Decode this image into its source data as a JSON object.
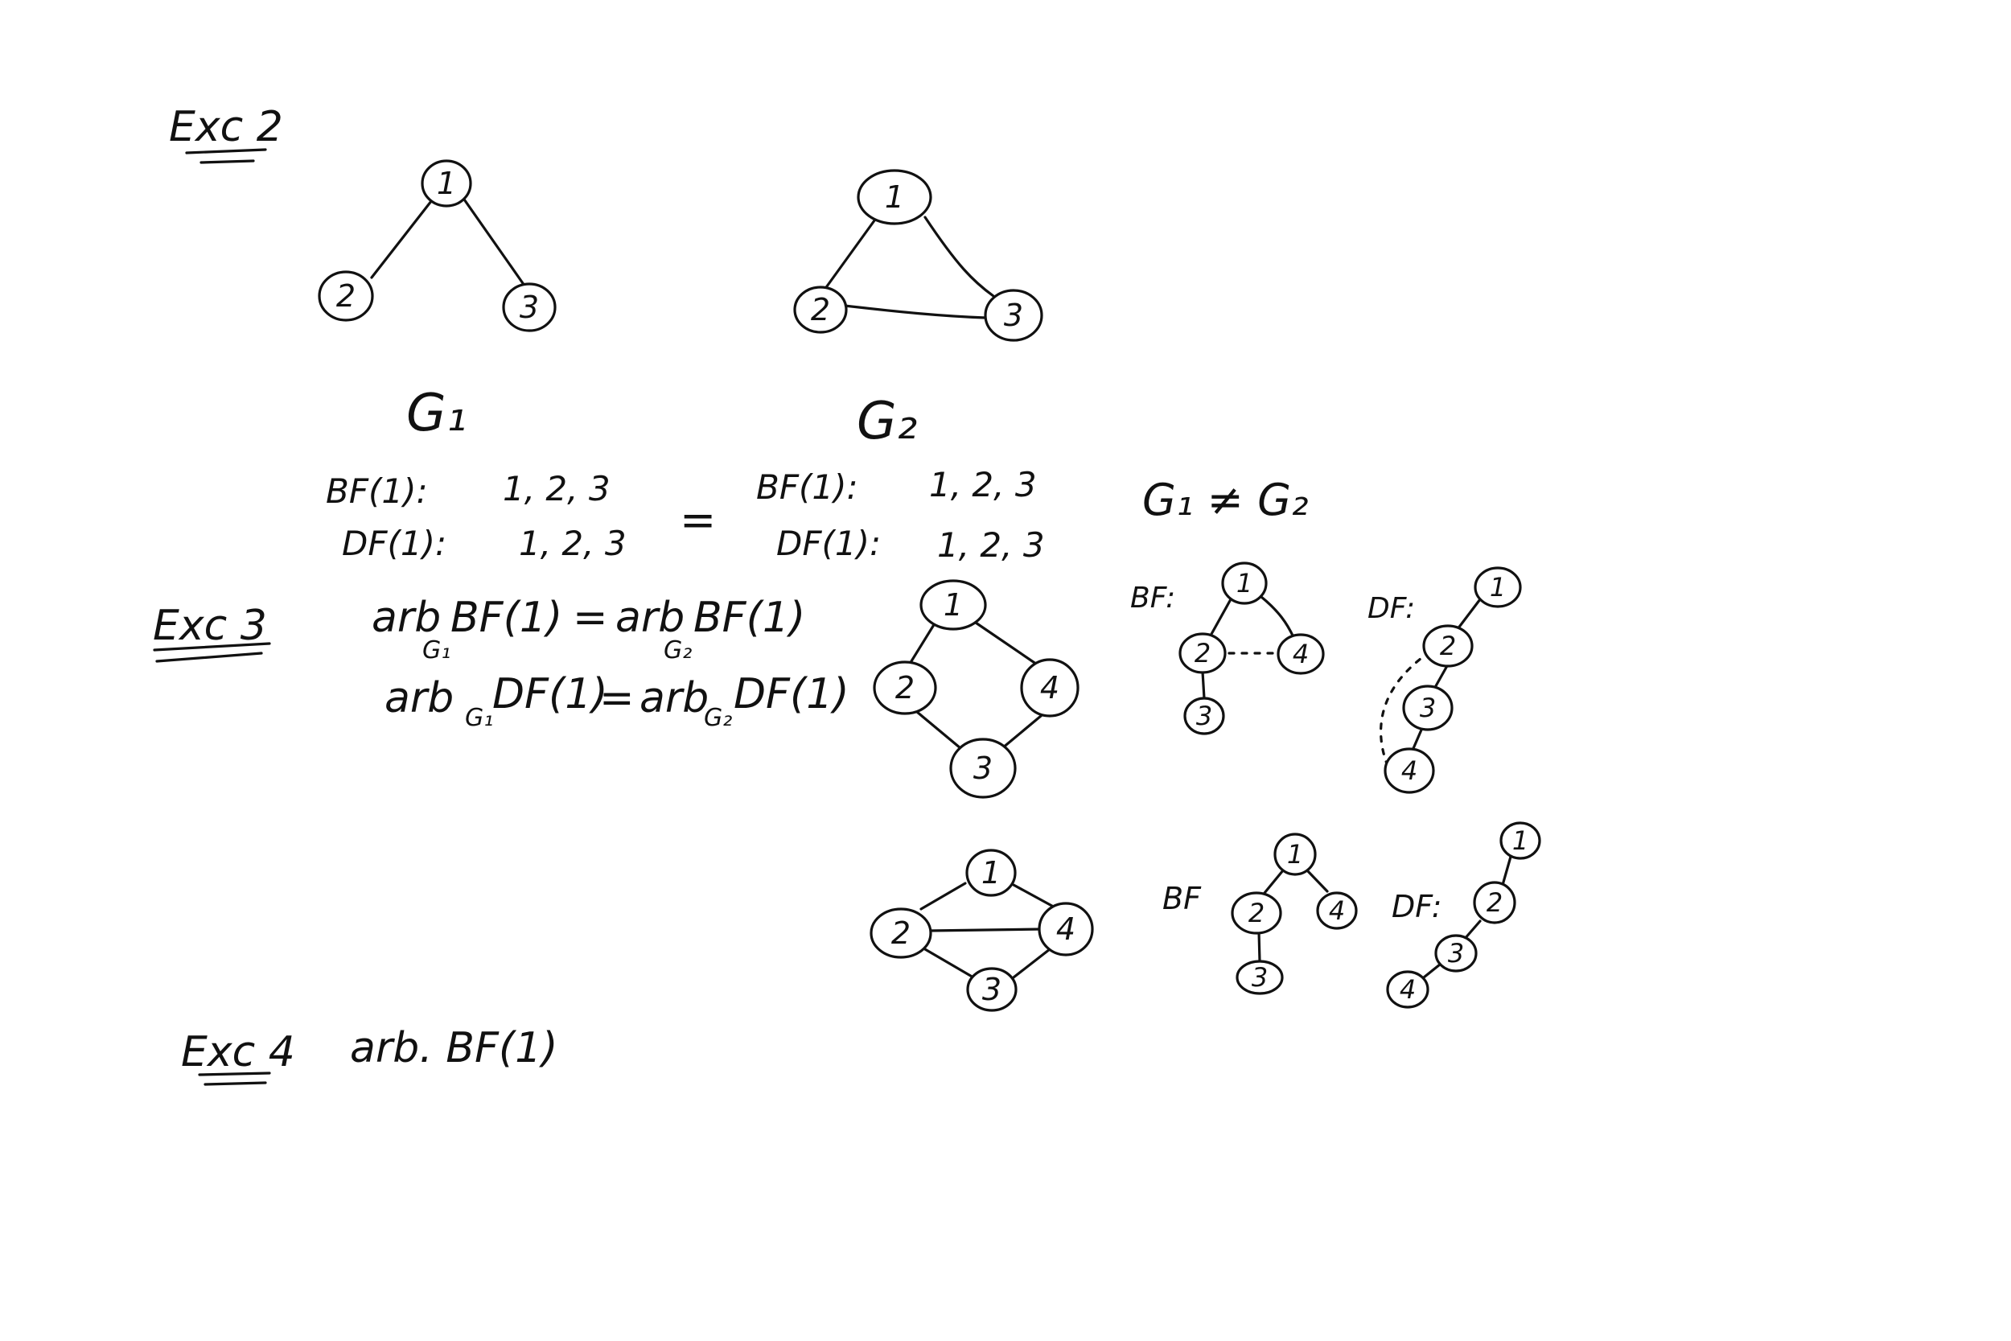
{
  "headings": {
    "exc2": "Exc 2",
    "exc3": "Exc 3",
    "exc4": "Exc 4"
  },
  "graphs": {
    "g1_label": "G₁",
    "g2_label": "G₂"
  },
  "traversals": {
    "g1_bf_label": "BF(1):",
    "g1_bf_value": "1, 2, 3",
    "g1_df_label": "DF(1):",
    "g1_df_value": "1, 2, 3",
    "equals": "=",
    "g2_bf_label": "BF(1):",
    "g2_bf_value": "1, 2, 3",
    "g2_df_label": "DF(1):",
    "g2_df_value": "1, 2, 3",
    "not_equal": "G₁ ≠ G₂"
  },
  "exc3": {
    "line1_left": "arb",
    "line1_left_sub": "G₁",
    "line1_left_tail": "BF(1)",
    "line1_eq": "=",
    "line1_right": "arb",
    "line1_right_sub": "G₂",
    "line1_right_tail": "BF(1)",
    "line2_left": "arb",
    "line2_left_sub": "G₁",
    "line2_left_tail": "DF(1)",
    "line2_eq": "=",
    "line2_right": "arb",
    "line2_right_sub": "G₂",
    "line2_right_tail": "DF(1)",
    "tree_bf_label_1": "BF:",
    "tree_df_label_1": "DF:",
    "tree_bf_label_2": "BF",
    "tree_df_label_2": "DF:"
  },
  "exc4": {
    "expression": "arb. BF(1)"
  },
  "node_labels": [
    "1",
    "2",
    "3",
    "4"
  ]
}
